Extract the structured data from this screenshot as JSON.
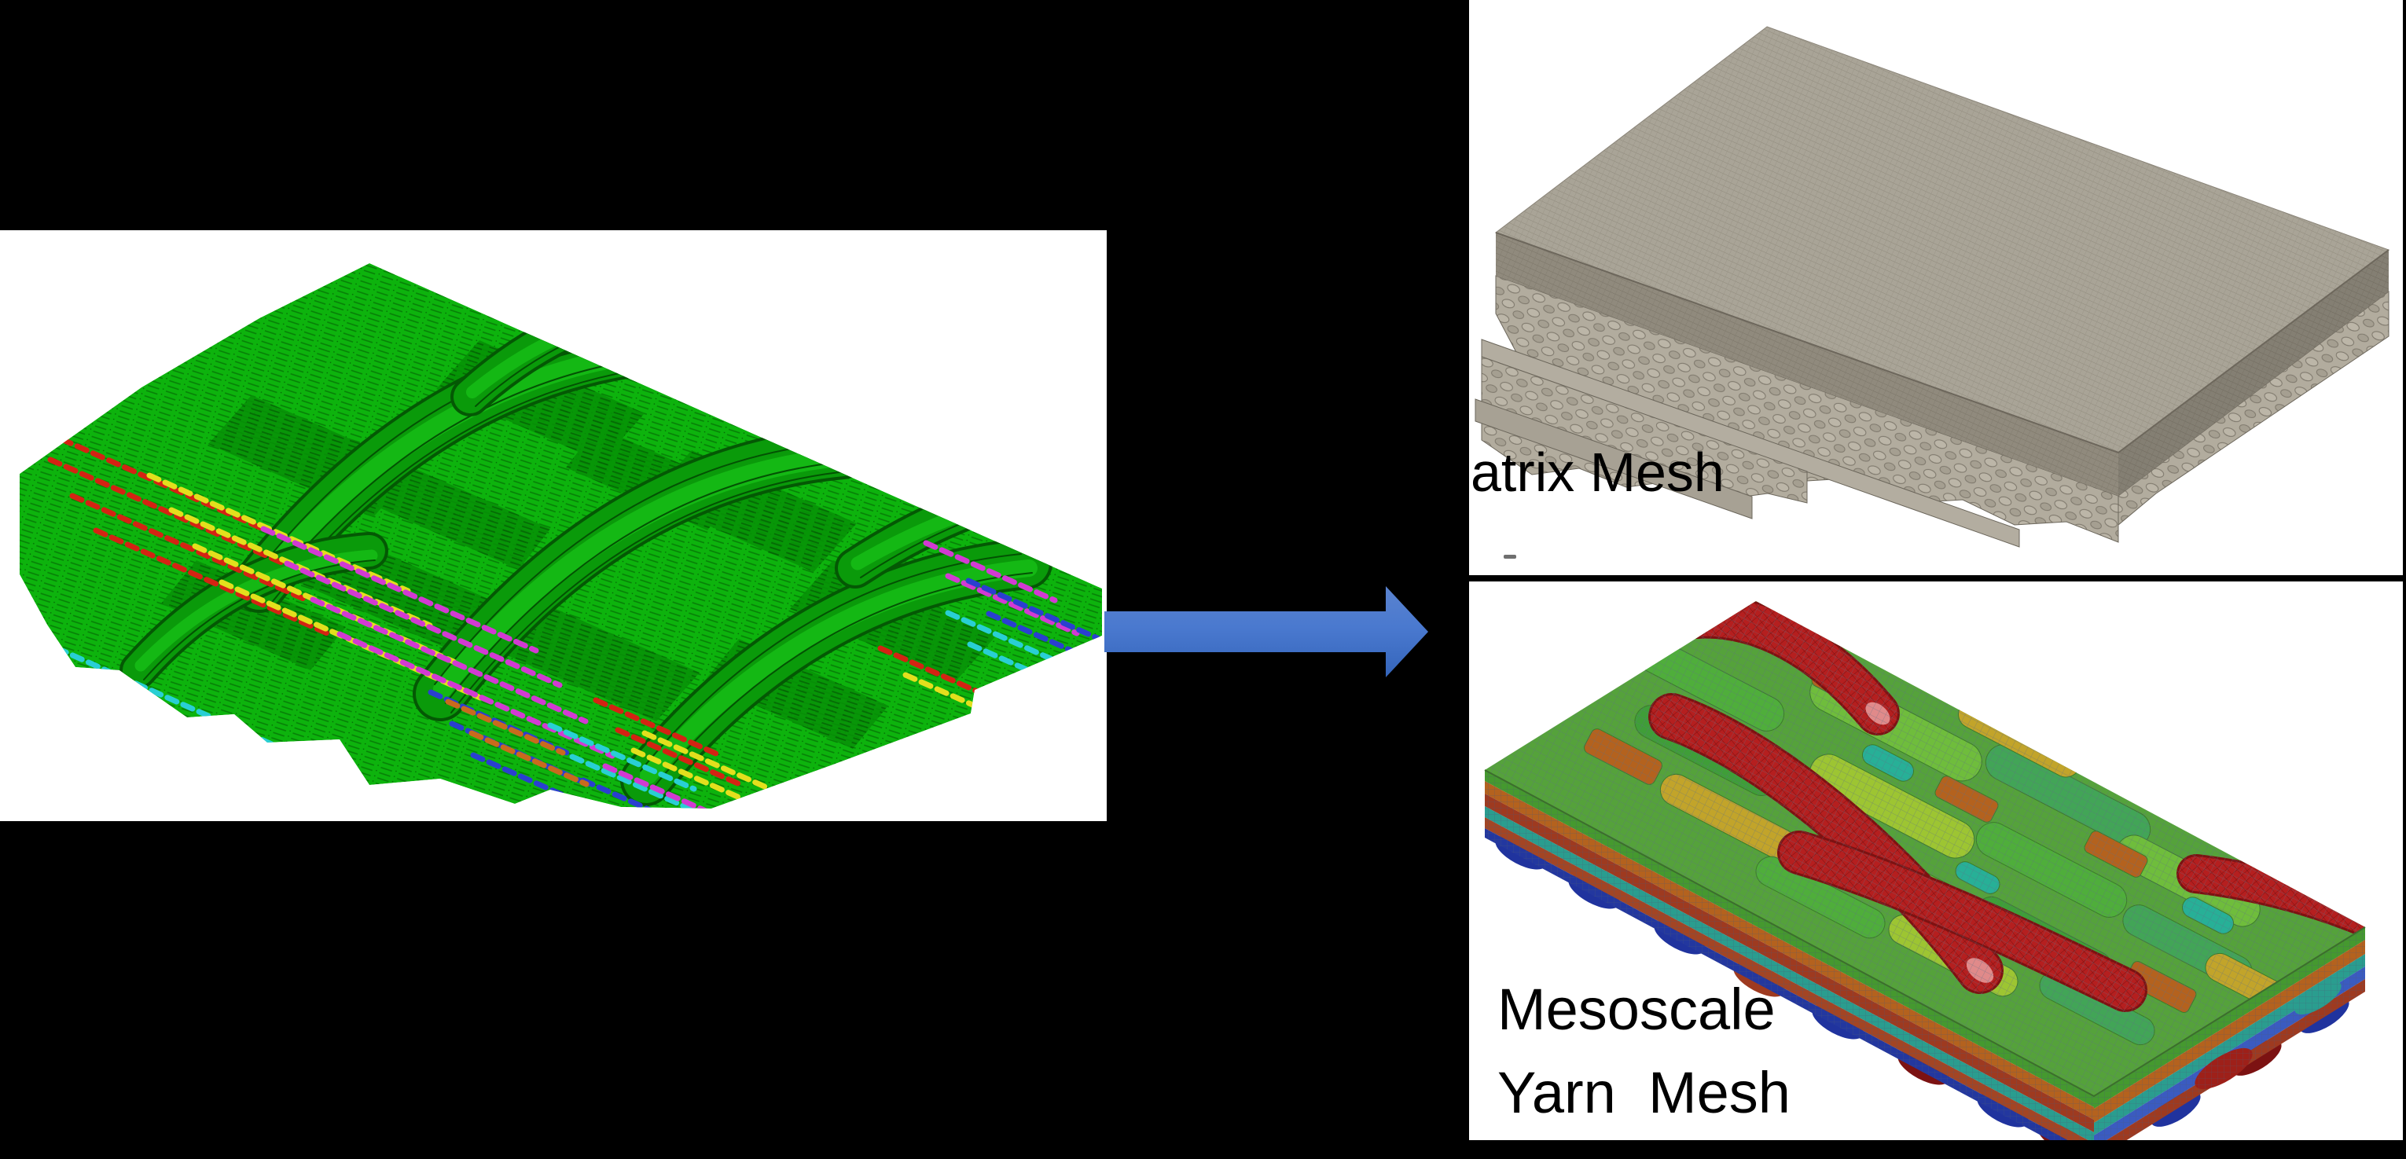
{
  "labels": {
    "matrix_mesh": "atrix Mesh",
    "yarn_mesh_line1": "Mesoscale",
    "yarn_mesh_line2": "Yarn  Mesh"
  },
  "icons": {
    "flow_arrow": "right-arrow-icon"
  },
  "colors": {
    "background": "#000000",
    "panel_bg": "#ffffff",
    "label_text": "#000000",
    "arrow_top": "#5a83cf",
    "arrow_mid": "#4a79cf",
    "arrow_bottom": "#3465bb",
    "fiber_green": "#0db30d",
    "fiber_green_dark": "#067d06",
    "fringe_red": "#d42313",
    "fringe_yellow": "#e3df1d",
    "fringe_magenta": "#d23ad2",
    "fringe_blue": "#2a3fd0",
    "fringe_cyan": "#29cfd4",
    "fringe_orange": "#c96a1d",
    "matrix_gray": "#a9a497",
    "matrix_gray_dark": "#918b7e",
    "yarn_green": "#55a23b",
    "yarn_red": "#b51f1f",
    "yarn_orange": "#b4621e",
    "yarn_ochre": "#c2a42a",
    "yarn_teal": "#27b097",
    "yarn_navy": "#20339e"
  }
}
